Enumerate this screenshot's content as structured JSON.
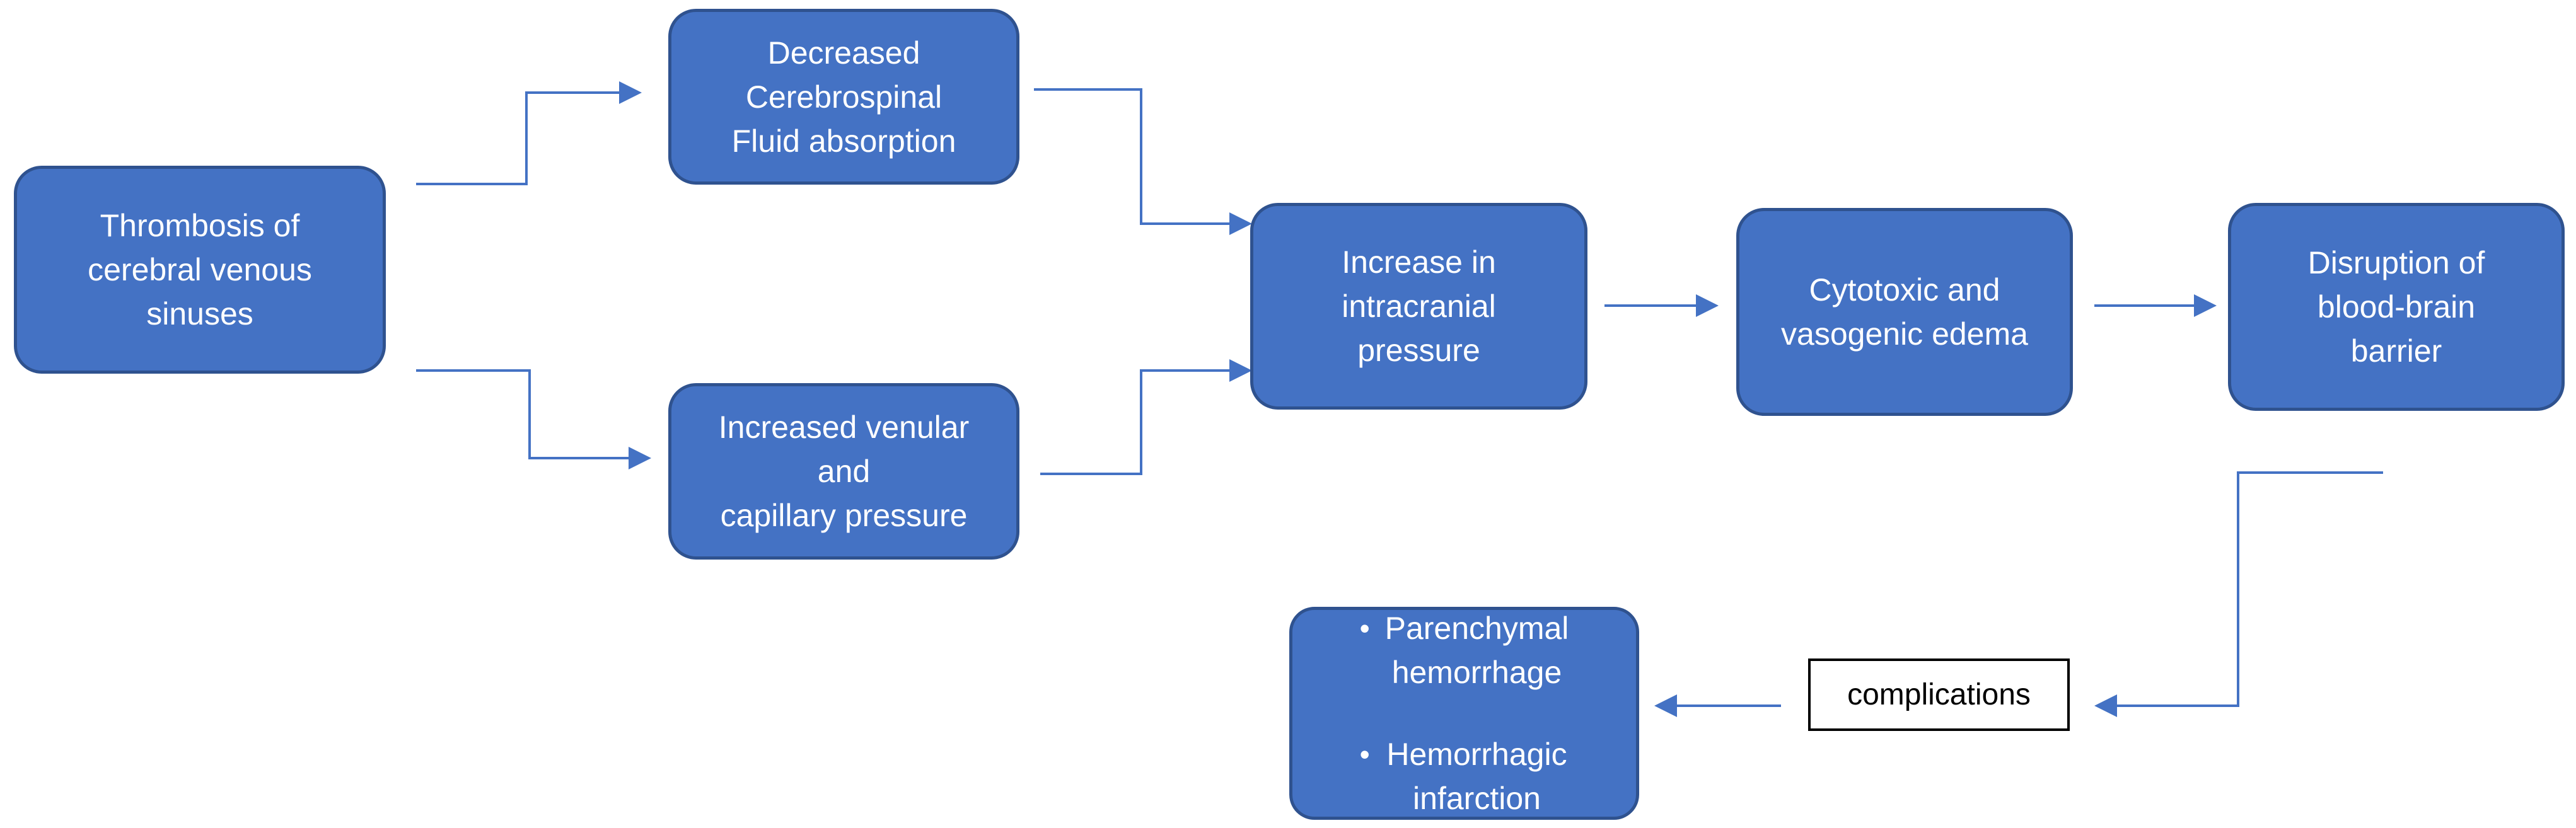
{
  "diagram": {
    "colors": {
      "box_fill": "#4472c4",
      "box_border": "#2f528f",
      "connector": "#4472c4",
      "text_on_box": "#ffffff",
      "label_border": "#000000"
    },
    "nodes": {
      "thrombosis": {
        "lines": [
          "Thrombosis of",
          "cerebral venous",
          "sinuses"
        ]
      },
      "decreased_csf": {
        "lines": [
          "Decreased",
          "Cerebrospinal",
          "Fluid absorption"
        ]
      },
      "increased_venular": {
        "lines": [
          "Increased venular",
          "and",
          "capillary pressure"
        ]
      },
      "icp": {
        "lines": [
          "Increase in",
          "intracranial",
          "pressure"
        ]
      },
      "edema": {
        "lines": [
          "Cytotoxic and",
          "vasogenic edema"
        ]
      },
      "bbb": {
        "lines": [
          "Disruption of",
          "blood-brain",
          "barrier"
        ]
      },
      "outcomes": {
        "items": [
          {
            "lines": [
              "Parenchymal",
              "hemorrhage"
            ]
          },
          {
            "lines": [
              "Hemorrhagic",
              "infarction"
            ]
          }
        ]
      }
    },
    "complications_label": "complications"
  }
}
